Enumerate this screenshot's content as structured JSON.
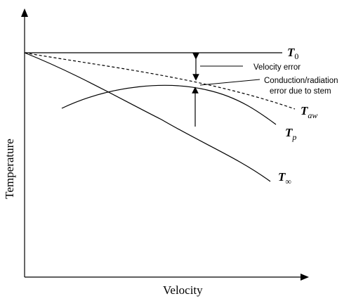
{
  "axes": {
    "x_label": "Velocity",
    "y_label": "Temperature"
  },
  "annotations": {
    "velocity_error": "Velocity error",
    "conduction_line1": "Conduction/radiation",
    "conduction_line2": "error due to stem"
  },
  "curves": {
    "t0": {
      "base": "T",
      "sub": "0"
    },
    "taw": {
      "base": "T",
      "sub": "aw"
    },
    "tp": {
      "base": "T",
      "sub": "p"
    },
    "tinf": {
      "base": "T",
      "sub": "∞"
    }
  }
}
